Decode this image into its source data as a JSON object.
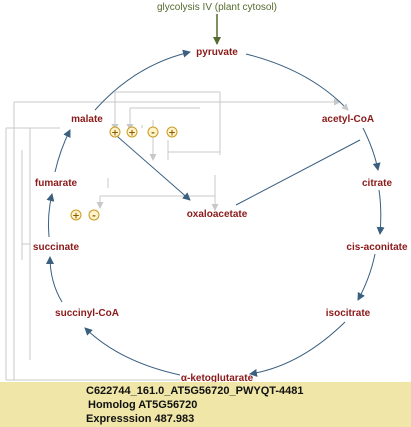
{
  "pathway": {
    "input_label": "glycolysis IV (plant cytosol)",
    "metabolites": {
      "pyruvate": "pyruvate",
      "acetyl_coa": "acetyl-CoA",
      "citrate": "citrate",
      "cis_aconitate": "cis-aconitate",
      "isocitrate": "isocitrate",
      "alpha_ketoglutarate": "α-ketoglutarate",
      "succinyl_coa": "succinyl-CoA",
      "succinate": "succinate",
      "fumarate": "fumarate",
      "malate": "malate",
      "oxaloacetate": "oxaloacetate"
    },
    "modifier_signs": [
      "+",
      "+",
      "-",
      "+",
      "+",
      "-"
    ]
  },
  "info": {
    "line1": "C622744_161.0_AT5G56720_PWYQT-4481",
    "line2": "Homolog AT5G56720",
    "line3": "Expresssion 487.983"
  },
  "colors": {
    "metabolite": "#8b1a1a",
    "cycle_arrow": "#3a5f7f",
    "input_arrow": "#556b2f",
    "regulation_line": "#c8c8c8",
    "info_background": "#f0e6a8"
  }
}
